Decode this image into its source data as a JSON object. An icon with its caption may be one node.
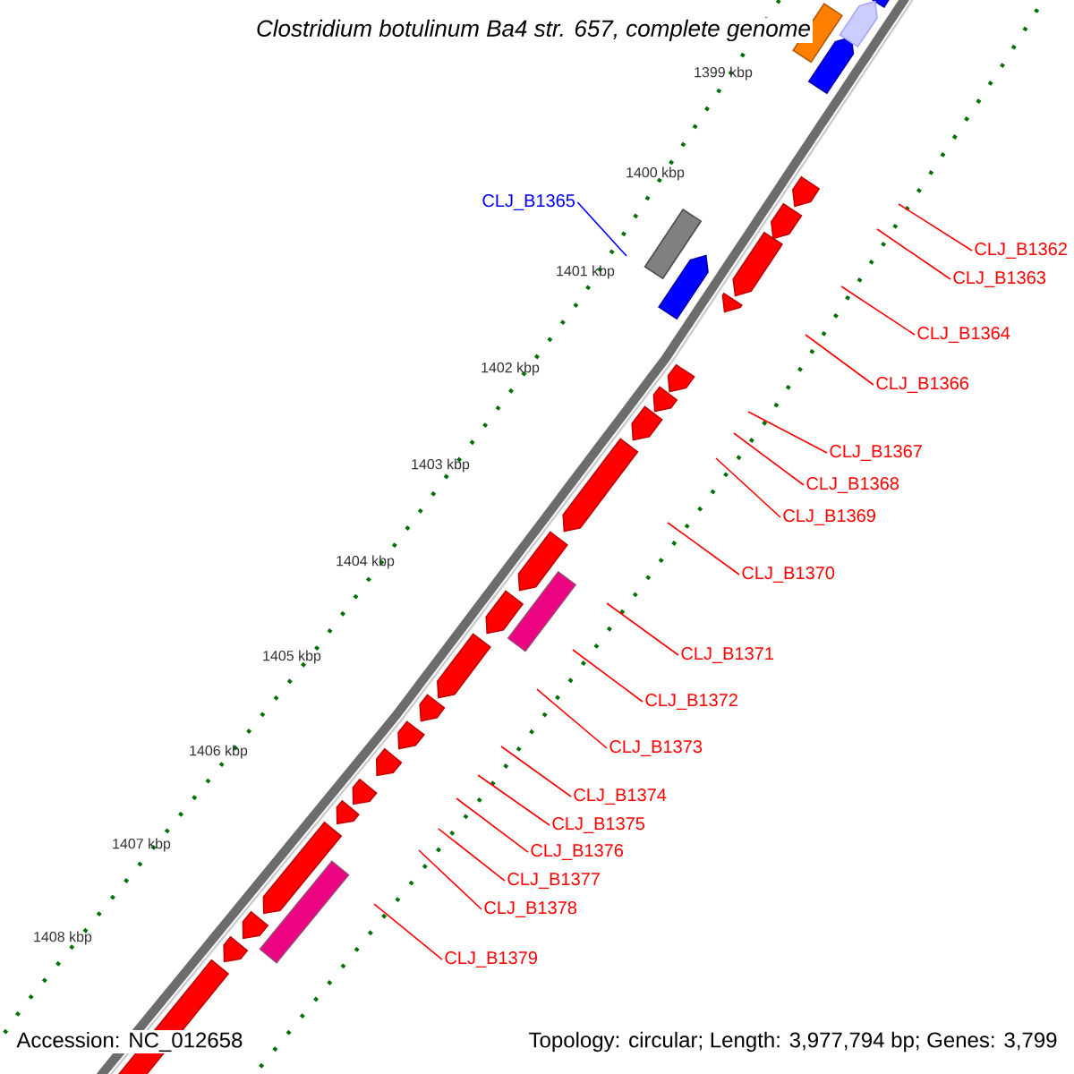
{
  "diagram": {
    "title": "*Clostridium botulinum* Ba4 str. 657, complete genome",
    "nodes": [
      {
        "text": [
          "CLJ_B1365"
        ]
      },
      {
        "text": [
          "CLJ_B1362"
        ]
      },
      {
        "text": [
          "CLJ_B1363"
        ]
      },
      {
        "text": [
          "CLJ_B1364"
        ]
      },
      {
        "text": [
          "CLJ_B1366"
        ]
      },
      {
        "text": [
          "CLJ_B1367"
        ]
      },
      {
        "text": [
          "CLJ_B1368"
        ]
      },
      {
        "text": [
          "CLJ_B1369"
        ]
      },
      {
        "text": [
          "CLJ_B1370"
        ]
      },
      {
        "text": [
          "CLJ_B1371"
        ]
      },
      {
        "text": [
          "CLJ_B1372"
        ]
      },
      {
        "text": [
          "CLJ_B1373"
        ]
      },
      {
        "text": [
          "CLJ_B1374"
        ]
      },
      {
        "text": [
          "CLJ_B1375"
        ]
      },
      {
        "text": [
          "CLJ_B1376"
        ]
      },
      {
        "text": [
          "CLJ_B1377"
        ]
      },
      {
        "text": [
          "CLJ_B1378"
        ]
      },
      {
        "text": [
          "CLJ_B1379"
        ]
      }
    ],
    "edges": [
      {
        "from": 0,
        "to": null,
        "arrow": "none",
        "color": "#0000ff"
      },
      {
        "from": 1,
        "to": null,
        "arrow": "none"
      },
      {
        "from": 2,
        "to": null,
        "arrow": "none"
      },
      {
        "from": 3,
        "to": null,
        "arrow": "none"
      },
      {
        "from": 4,
        "to": null,
        "arrow": "none"
      },
      {
        "from": 5,
        "to": null,
        "arrow": "none"
      },
      {
        "from": 6,
        "to": null,
        "arrow": "none"
      },
      {
        "from": 7,
        "to": null,
        "arrow": "none"
      },
      {
        "from": 8,
        "to": null,
        "arrow": "none"
      },
      {
        "from": 9,
        "to": null,
        "arrow": "none"
      },
      {
        "from": 10,
        "to": null,
        "arrow": "none"
      },
      {
        "from": 11,
        "to": null,
        "arrow": "none"
      },
      {
        "from": 12,
        "to": null,
        "arrow": "none"
      },
      {
        "from": 13,
        "to": null,
        "arrow": "none"
      },
      {
        "from": 14,
        "to": null,
        "arrow": "none"
      },
      {
        "from": 15,
        "to": null,
        "arrow": "none"
      },
      {
        "from": 16,
        "to": null,
        "arrow": "none"
      },
      {
        "from": 17,
        "to": null,
        "arrow": "none"
      }
    ],
    "labels": [
      "1399 kbp",
      "1400 kbp",
      "1401 kbp",
      "1402 kbp",
      "1403 kbp",
      "1404 kbp",
      "1405 kbp",
      "1406 kbp",
      "1407 kbp",
      "1408 kbp",
      "Accession: NC_012658",
      "Topology: circular; Length: 3,977,794 bp; Genes: 3,799"
    ]
  }
}
